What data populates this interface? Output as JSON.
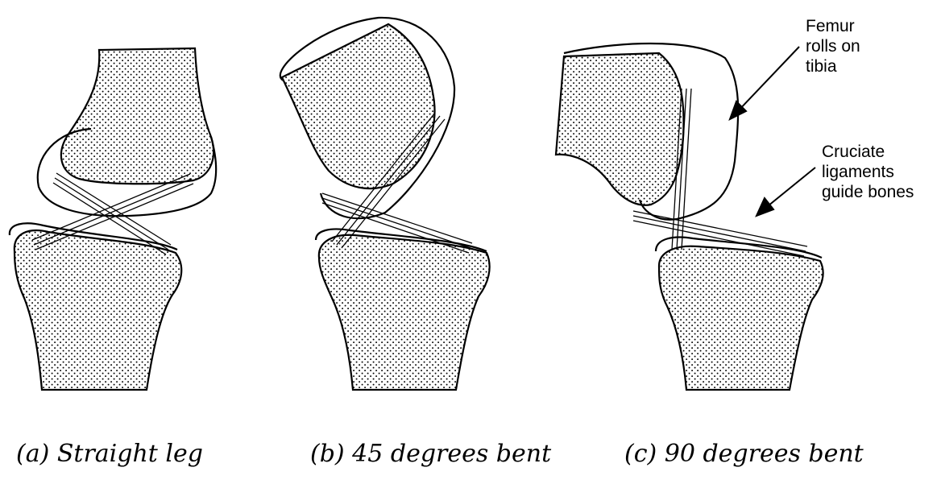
{
  "captions": {
    "a": "(a) Straight leg",
    "b": "(b) 45 degrees bent",
    "c": "(c) 90 degrees bent"
  },
  "annotations": {
    "femur": [
      "Femur",
      "rolls on",
      "tibia"
    ],
    "cruciate": [
      "Cruciate",
      "ligaments",
      "guide bones"
    ]
  },
  "colors": {
    "line": "#000000",
    "background": "#ffffff"
  }
}
